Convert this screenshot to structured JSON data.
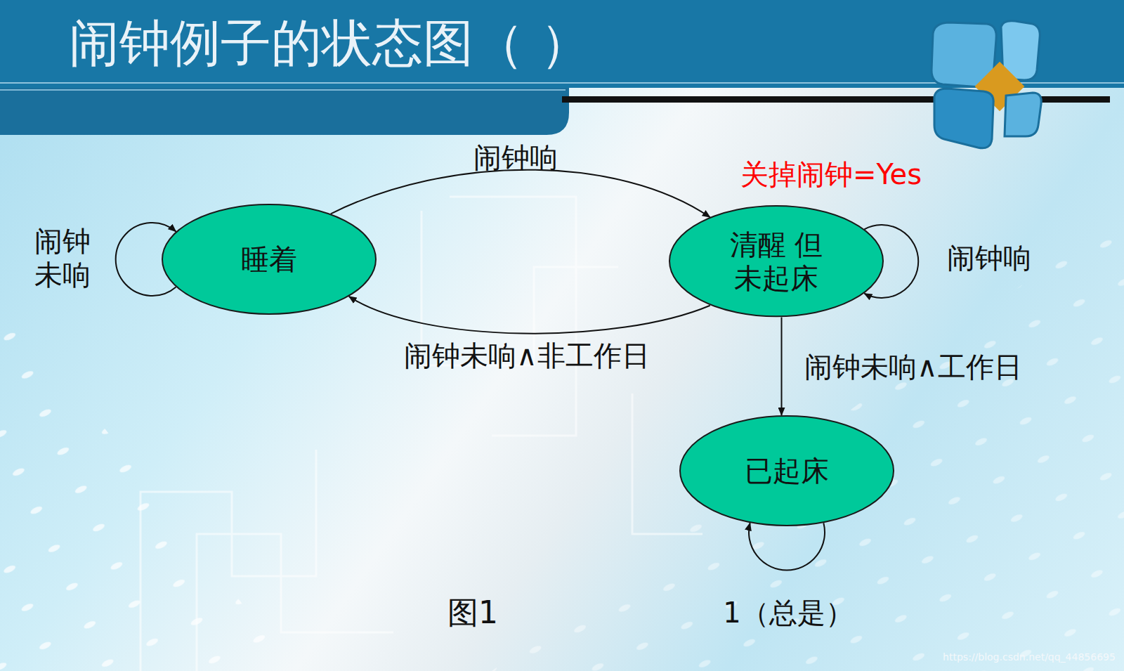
{
  "diagram": {
    "title": "闹钟例子的状态图（ ）",
    "caption": "图1",
    "nodes": [
      {
        "text": [
          "睡着"
        ]
      },
      {
        "text": [
          "清醒 但未起床"
        ]
      },
      {
        "text": [
          "已起床"
        ]
      }
    ],
    "edges": [
      {
        "from": 0,
        "to": 1,
        "label": "闹钟响",
        "arrow": "to"
      },
      {
        "from": 1,
        "to": 0,
        "label": "闹钟未响∧非工作日",
        "arrow": "to"
      },
      {
        "from": 1,
        "to": 2,
        "label": "闹钟未响∧工作日",
        "arrow": "to"
      },
      {
        "from": 0,
        "to": 0,
        "label": "闹钟 未响",
        "arrow": "to"
      },
      {
        "from": 1,
        "to": 1,
        "label": "闹钟响",
        "arrow": "to"
      },
      {
        "from": 2,
        "to": 2,
        "label": "1（总是）",
        "arrow": "to"
      }
    ],
    "labels": [
      "关掉闹钟=Yes",
      "https://blog.csdn.net/qq_44856695"
    ]
  }
}
